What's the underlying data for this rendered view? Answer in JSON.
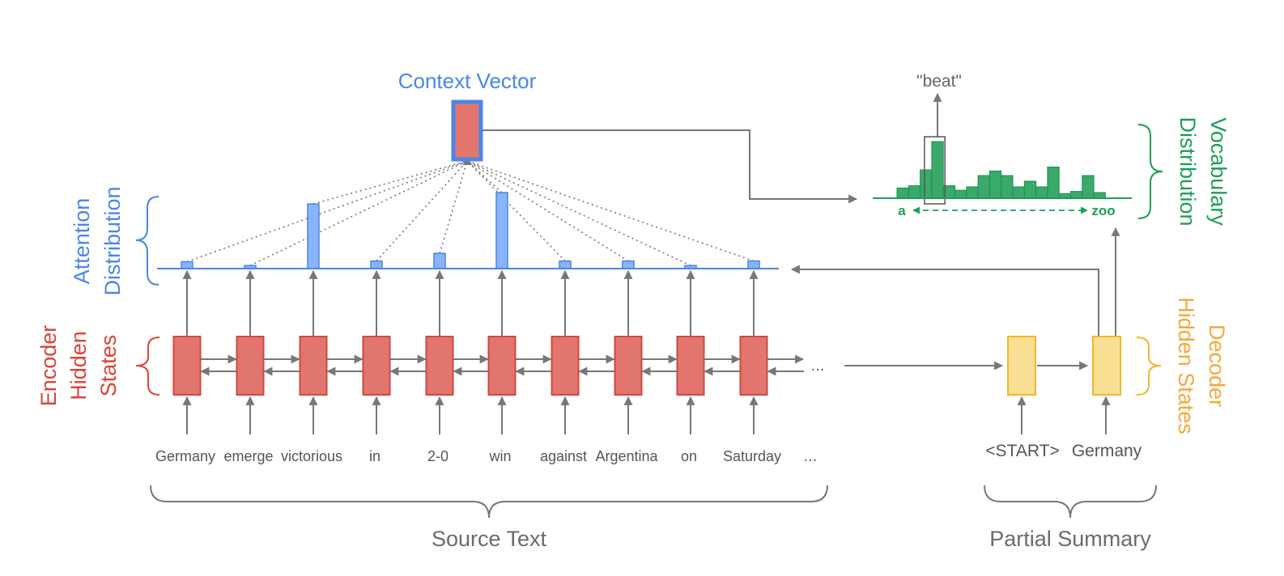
{
  "context_vector": {
    "label": "Context Vector"
  },
  "attention": {
    "label_line1": "Attention",
    "label_line2": "Distribution",
    "weights": [
      0.09,
      0.04,
      0.85,
      0.1,
      0.2,
      1.0,
      0.1,
      0.1,
      0.04,
      0.1
    ]
  },
  "encoder": {
    "label_line1": "Encoder",
    "label_line2": "Hidden",
    "label_line3": "States",
    "ellipsis": "..."
  },
  "source_tokens": [
    "Germany",
    "emerge",
    "victorious",
    "in",
    "2-0",
    "win",
    "against",
    "Argentina",
    "on",
    "Saturday"
  ],
  "source_ellipsis": "...",
  "source_label": "Source Text",
  "decoder": {
    "label_line1": "Decoder",
    "label_line2": "Hidden States",
    "tokens": [
      "<START>",
      "Germany"
    ]
  },
  "summary_label": "Partial Summary",
  "vocabulary": {
    "label_line1": "Vocabulary",
    "label_line2": "Distribution",
    "output_word": "\"beat\"",
    "start_word": "a",
    "end_word": "zoo",
    "probabilities": [
      0.18,
      0.22,
      0.5,
      1.0,
      0.22,
      0.14,
      0.2,
      0.4,
      0.48,
      0.4,
      0.2,
      0.3,
      0.2,
      0.55,
      0.08,
      0.12,
      0.4,
      0.1
    ],
    "selected_index": 3
  },
  "colors": {
    "encoder_fill": "#e2766e",
    "encoder_stroke": "#cc4a40",
    "attention_fill": "#8ab4f8",
    "attention_stroke": "#4a86e8",
    "decoder_fill": "#f8df93",
    "decoder_stroke": "#f0b630",
    "vocab_fill": "#3aaa6b",
    "vocab_stroke": "#1e8e4e",
    "arrow": "#777777",
    "red_label": "#db4437",
    "blue_label": "#4a86e8",
    "green_label": "#1e9e57",
    "orange_label": "#f4a83c"
  }
}
